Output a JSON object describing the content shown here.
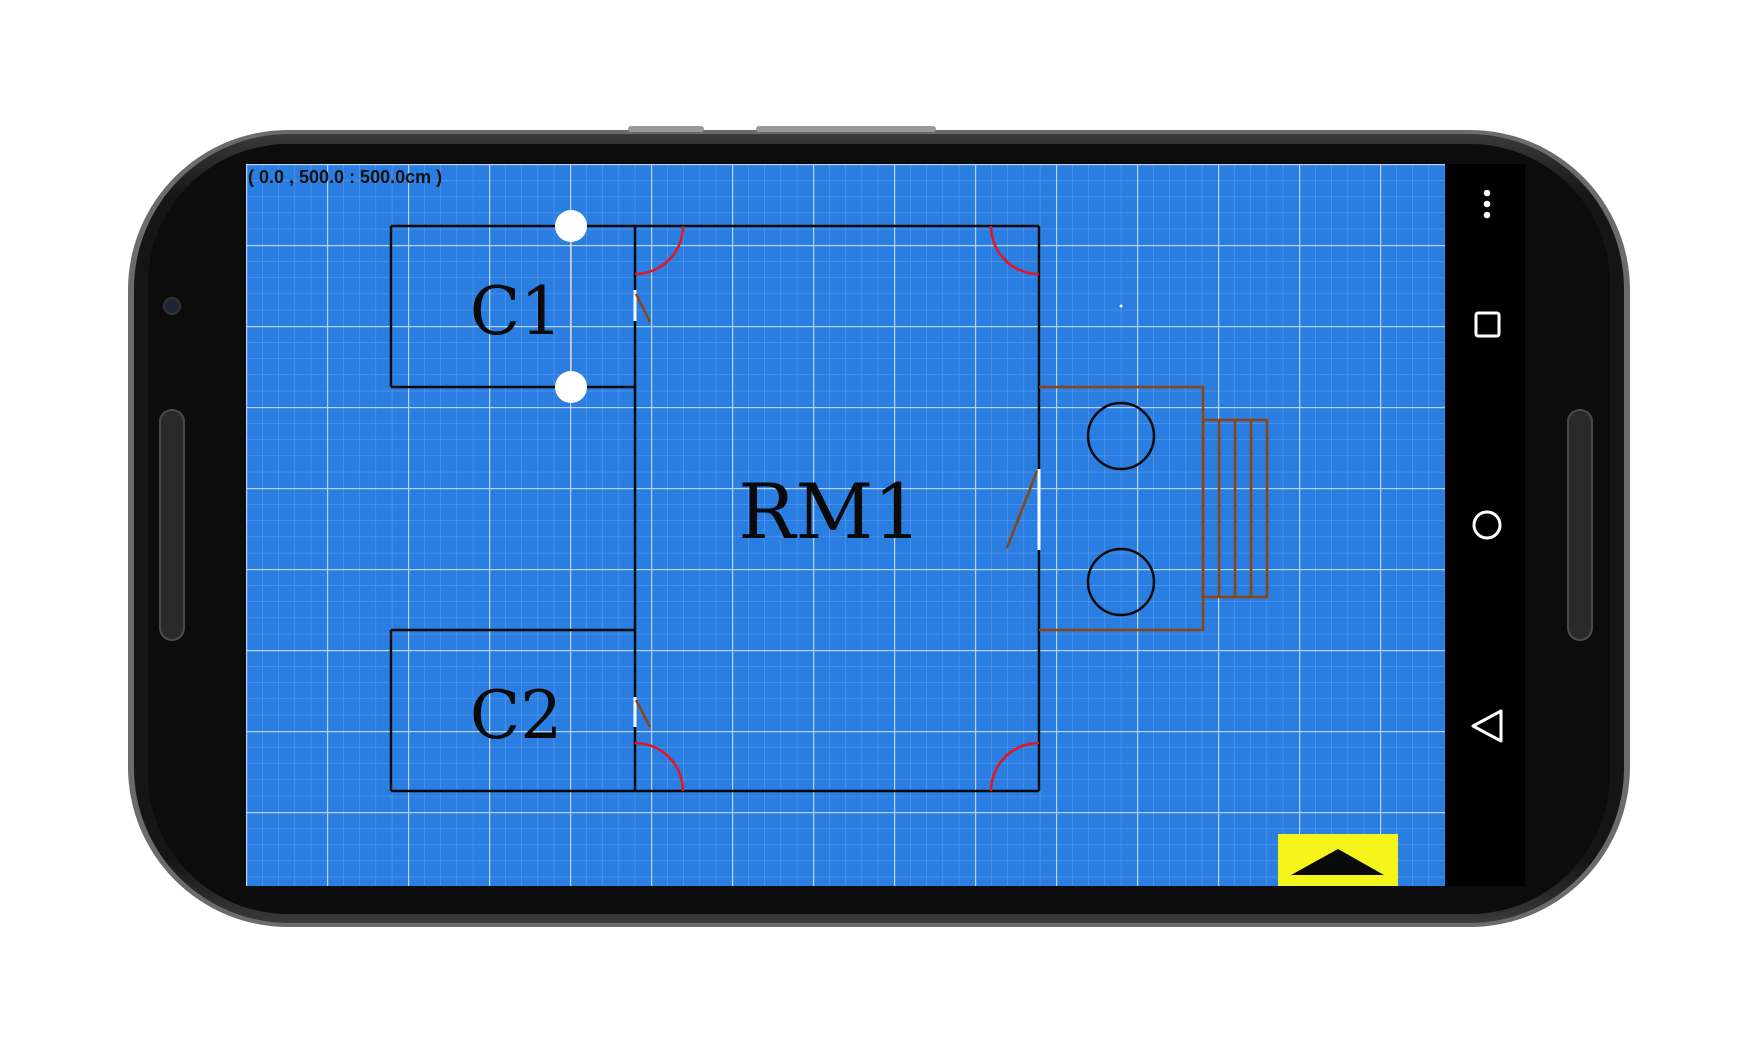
{
  "device": {
    "model": "phone-landscape",
    "body_color": "#121212",
    "screen_color": "#000000"
  },
  "blueprint": {
    "background_color": "#2a7de1",
    "grid_color": "#ffffff",
    "coordinate_readout": "( 0.0 , 500.0 : 500.0cm )"
  },
  "rooms": [
    {
      "label": "C1"
    },
    {
      "label": "RM1"
    },
    {
      "label": "C2"
    }
  ],
  "colors": {
    "walls": "#0a0a0a",
    "corner_arcs": "#e8141b",
    "doors": "#8b4513",
    "porch": "#8b4513",
    "selection_handle": "#ffffff",
    "fab": "#f5f51c"
  },
  "nav_bar": {
    "menu_icon": "three-dots-vertical-icon",
    "recent_icon": "square-icon",
    "home_icon": "circle-icon",
    "back_icon": "triangle-left-icon"
  },
  "fab": {
    "icon": "triangle-up-icon"
  }
}
